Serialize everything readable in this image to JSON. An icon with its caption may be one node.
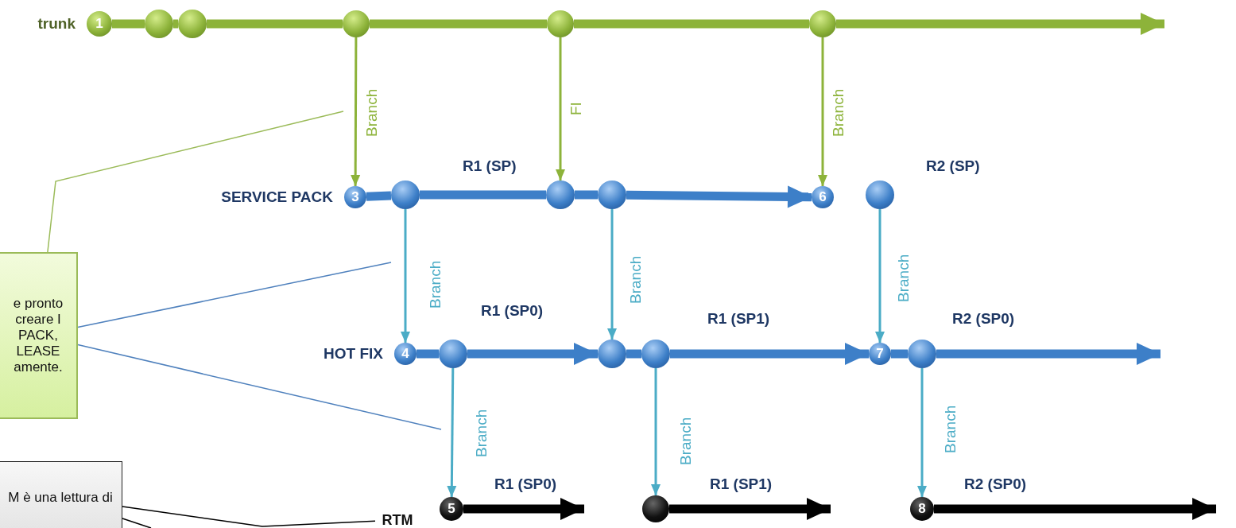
{
  "diagram": {
    "nodes": [
      {
        "text": [
          "1"
        ],
        "beside": [
          "trunk"
        ]
      },
      {
        "text": [],
        "shape": "circle"
      },
      {
        "text": [],
        "shape": "circle"
      },
      {
        "text": [],
        "shape": "circle"
      },
      {
        "text": [],
        "shape": "circle"
      },
      {
        "text": [],
        "shape": "circle"
      },
      {
        "text": [
          "3"
        ],
        "beside": [
          "SERVICE PACK"
        ]
      },
      {
        "text": [],
        "shape": "circle"
      },
      {
        "text": [],
        "shape": "circle"
      },
      {
        "text": [],
        "shape": "circle"
      },
      {
        "text": [
          "6"
        ]
      },
      {
        "text": [],
        "shape": "circle"
      },
      {
        "text": [
          "e pronto creare I PACK, LEASE amente."
        ]
      },
      {
        "text": [
          "4"
        ],
        "beside": [
          "HOT FIX"
        ]
      },
      {
        "text": [],
        "shape": "circle"
      },
      {
        "text": [],
        "shape": "circle"
      },
      {
        "text": [],
        "shape": "circle"
      },
      {
        "text": [
          "7"
        ]
      },
      {
        "text": [],
        "shape": "circle"
      },
      {
        "text": [
          "M è una lettura di"
        ]
      },
      {
        "text": [
          "RTM"
        ]
      },
      {
        "text": [
          "5"
        ]
      },
      {
        "text": [],
        "shape": "circle"
      },
      {
        "text": [
          "8"
        ]
      }
    ],
    "edges": [
      {
        "from": 0,
        "to": 1,
        "arrow": "none",
        "color": "#8db33a"
      },
      {
        "from": 1,
        "to": 2,
        "arrow": "none",
        "color": "#8db33a"
      },
      {
        "from": 2,
        "to": 3,
        "arrow": "none",
        "color": "#8db33a"
      },
      {
        "from": 3,
        "to": 4,
        "arrow": "none",
        "color": "#8db33a"
      },
      {
        "from": 4,
        "to": 5,
        "arrow": "none",
        "color": "#8db33a"
      },
      {
        "from": 5,
        "to": null,
        "arrow": "to",
        "color": "#8db33a"
      },
      {
        "from": 3,
        "to": 6,
        "arrow": "to",
        "label": "Branch",
        "color": "#8db33a"
      },
      {
        "from": 4,
        "to": 8,
        "arrow": "to",
        "label": "FI",
        "color": "#8db33a"
      },
      {
        "from": 5,
        "to": 10,
        "arrow": "to",
        "label": "Branch",
        "color": "#8db33a"
      },
      {
        "from": 6,
        "to": 7,
        "arrow": "none",
        "color": "#3d7fc8"
      },
      {
        "from": 7,
        "to": 8,
        "arrow": "none",
        "color": "#3d7fc8"
      },
      {
        "from": 8,
        "to": 9,
        "arrow": "none",
        "color": "#3d7fc8"
      },
      {
        "from": 9,
        "to": 10,
        "arrow": "to",
        "color": "#3d7fc8"
      },
      {
        "from": 12,
        "to": null,
        "arrow": "none",
        "color": "#9bbb59"
      },
      {
        "from": 12,
        "to": null,
        "arrow": "none",
        "color": "#4f81bd"
      },
      {
        "from": 12,
        "to": null,
        "arrow": "none",
        "color": "#4f81bd"
      },
      {
        "from": 7,
        "to": 13,
        "arrow": "to",
        "label": "Branch",
        "color": "#4bacc6"
      },
      {
        "from": 9,
        "to": 15,
        "arrow": "to",
        "label": "Branch",
        "color": "#4bacc6"
      },
      {
        "from": 11,
        "to": 17,
        "arrow": "to",
        "label": "Branch",
        "color": "#4bacc6"
      },
      {
        "from": 13,
        "to": 14,
        "arrow": "none",
        "color": "#3d7fc8"
      },
      {
        "from": 14,
        "to": 15,
        "arrow": "to",
        "color": "#3d7fc8"
      },
      {
        "from": 15,
        "to": 16,
        "arrow": "none",
        "color": "#3d7fc8"
      },
      {
        "from": 16,
        "to": 17,
        "arrow": "to",
        "color": "#3d7fc8"
      },
      {
        "from": 17,
        "to": 18,
        "arrow": "none",
        "color": "#3d7fc8"
      },
      {
        "from": 18,
        "to": null,
        "arrow": "to",
        "color": "#3d7fc8"
      },
      {
        "from": 19,
        "to": null,
        "arrow": "none",
        "color": "#000000"
      },
      {
        "from": 19,
        "to": 20,
        "arrow": "none",
        "color": "#000000"
      },
      {
        "from": 14,
        "to": 21,
        "arrow": "to",
        "label": "Branch",
        "color": "#4bacc6"
      },
      {
        "from": 16,
        "to": 22,
        "arrow": "to",
        "label": "Branch",
        "color": "#4bacc6"
      },
      {
        "from": 18,
        "to": 23,
        "arrow": "to",
        "label": "Branch",
        "color": "#4bacc6"
      },
      {
        "from": 21,
        "to": null,
        "arrow": "to",
        "color": "#000000"
      },
      {
        "from": 22,
        "to": null,
        "arrow": "to",
        "color": "#000000"
      },
      {
        "from": 23,
        "to": null,
        "arrow": "to",
        "color": "#000000"
      }
    ],
    "labels": [
      "R1 (SP)",
      "R2 (SP)",
      "R1 (SP0)",
      "R1 (SP1)",
      "R2 (SP0)",
      "R1 (SP0)",
      "R1 (SP1)",
      "R2 (SP0)"
    ]
  }
}
